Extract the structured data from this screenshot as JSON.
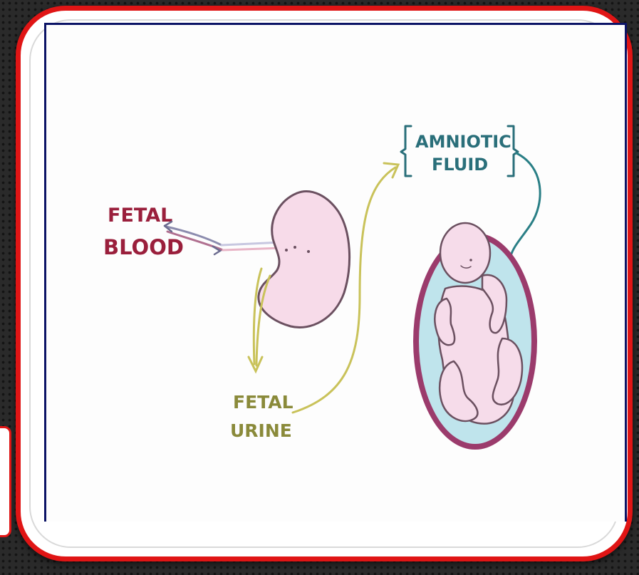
{
  "labels": {
    "fetal_blood": [
      "FETAL",
      "BLOOD"
    ],
    "fetal_urine": [
      "FETAL",
      "URINE"
    ],
    "amniotic_fluid": [
      "AMNIOTIC",
      "FLUID"
    ]
  },
  "colors": {
    "background": "#2a2a2a",
    "frame_red": "#e01515",
    "picture_border": "#0c1466",
    "fetal_blood_text": "#9a1f3c",
    "fetal_urine_text": "#8a8a3a",
    "amniotic_text": "#2a6f7a",
    "kidney_fill": "#f7dbe9",
    "kidney_stroke": "#6b5060",
    "fluid_fill": "#bfe4ec",
    "uterus_wall": "#9b3b6c",
    "fetus_fill": "#f6dcea",
    "urine_arrow": "#c9c25a",
    "amniotic_line": "#2a7f86"
  }
}
